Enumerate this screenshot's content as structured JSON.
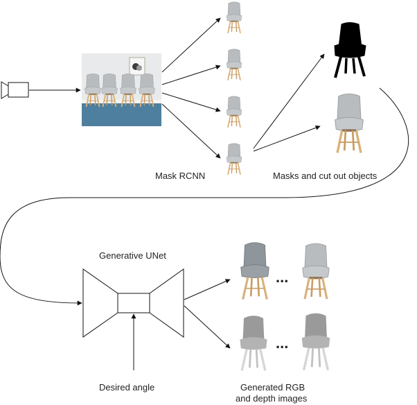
{
  "labels": {
    "mask_rcnn": "Mask RCNN",
    "masks_cutout": "Masks and cut out objects",
    "generative_unet": "Generative UNet",
    "desired_angle": "Desired angle",
    "generated_line1": "Generated RGB",
    "generated_line2": "and depth images"
  },
  "ellipsis": "...",
  "colors": {
    "line": "#111111",
    "wall": "#e8eaeb",
    "floor": "#4f7f9e",
    "chair_seat": "#b9bcbe",
    "chair_seat_dark": "#8e969b",
    "wood": "#d9b27c",
    "mask": "#000000",
    "depth_light": "#cfcfcf",
    "depth_dark": "#8c8c8c"
  }
}
